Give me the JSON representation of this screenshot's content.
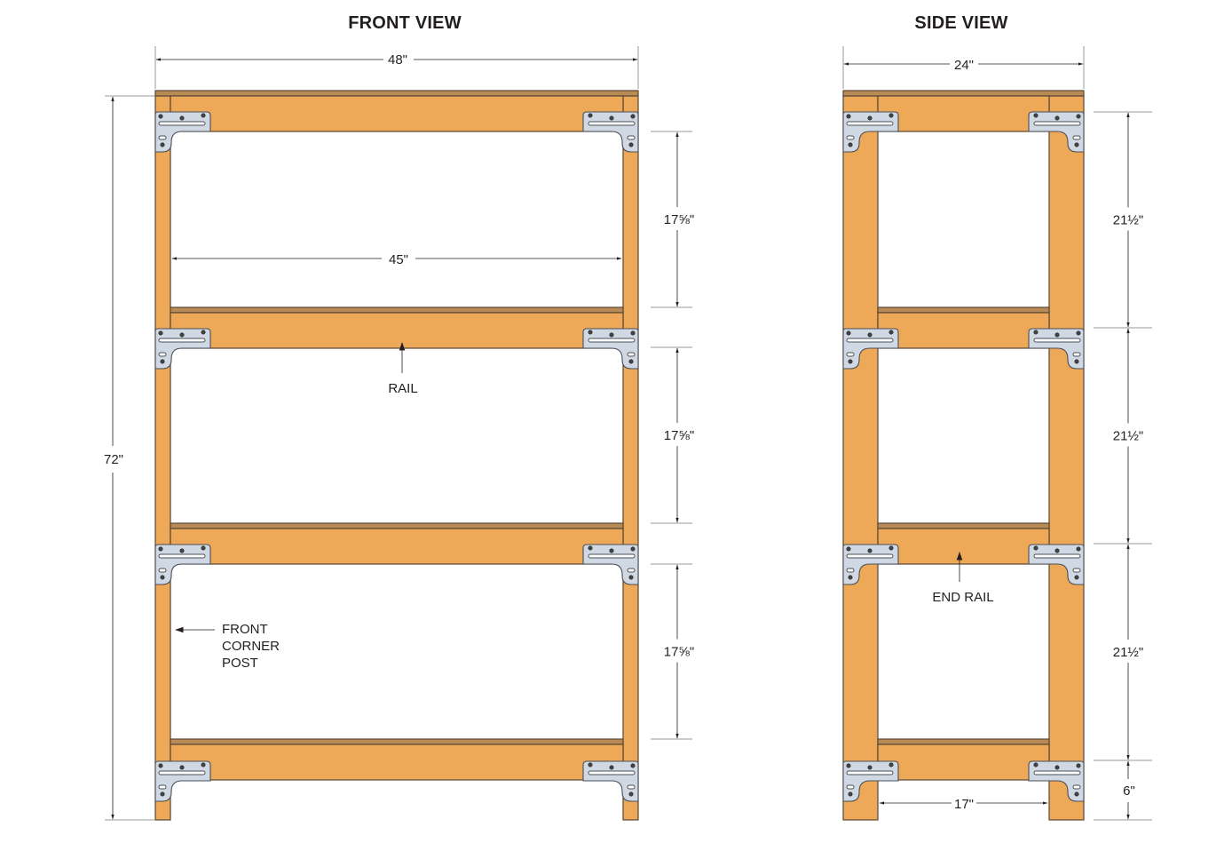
{
  "front_view": {
    "title": "FRONT VIEW",
    "overall_width": "48\"",
    "overall_height": "72\"",
    "inner_width": "45\"",
    "shelf_spacings": [
      "17⅝\"",
      "17⅝\"",
      "17⅝\""
    ],
    "callouts": {
      "rail": "RAIL",
      "front_corner_post": [
        "FRONT",
        "CORNER",
        "POST"
      ]
    }
  },
  "side_view": {
    "title": "SIDE VIEW",
    "overall_width": "24\"",
    "inner_width": "17\"",
    "shelf_spacings": [
      "21½\"",
      "21½\"",
      "21½\""
    ],
    "bottom_clearance": "6\"",
    "callouts": {
      "end_rail": "END RAIL"
    }
  },
  "colors": {
    "wood": "#eda958",
    "shelf_board": "#b88a55",
    "bracket": "#cfd8e3",
    "outline": "#5a4634"
  }
}
